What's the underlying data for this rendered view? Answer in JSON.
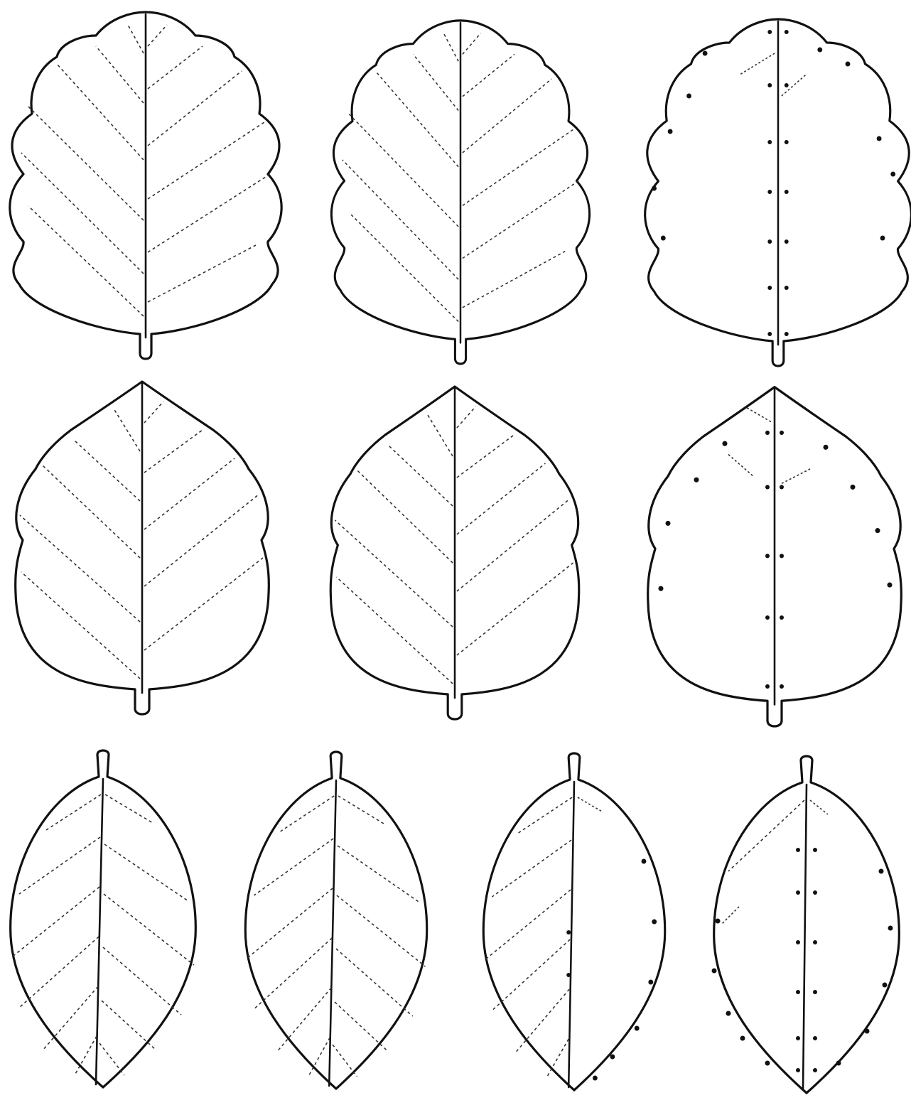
{
  "figure": {
    "rows": [
      {
        "row": 1,
        "leaves": [
          {
            "shape": "lobed-obovate",
            "venation": "pinnate-dashed"
          },
          {
            "shape": "lobed-obovate",
            "venation": "pinnate-dashed"
          },
          {
            "shape": "lobed-obovate",
            "venation": "dotted-points"
          }
        ]
      },
      {
        "row": 2,
        "leaves": [
          {
            "shape": "ovate",
            "venation": "pinnate-dashed"
          },
          {
            "shape": "ovate",
            "venation": "pinnate-dashed"
          },
          {
            "shape": "ovate",
            "venation": "dotted-points"
          }
        ]
      },
      {
        "row": 3,
        "leaves": [
          {
            "shape": "elliptic-inverted",
            "venation": "pinnate-dashed"
          },
          {
            "shape": "elliptic-inverted",
            "venation": "pinnate-dashed"
          },
          {
            "shape": "elliptic-inverted",
            "venation": "half-dashed-half-dotted"
          },
          {
            "shape": "elliptic-inverted",
            "venation": "dotted-points"
          }
        ]
      }
    ],
    "colors": {
      "ink": "#111111",
      "paper": "#ffffff"
    }
  }
}
